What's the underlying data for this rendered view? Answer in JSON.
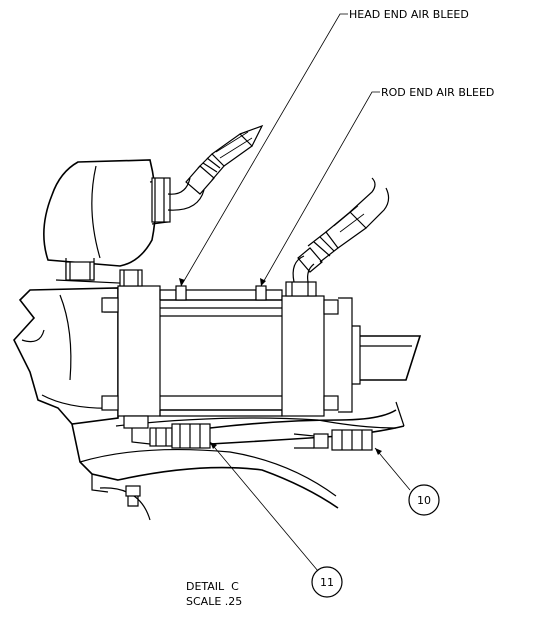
{
  "callouts": {
    "head_end": "HEAD END AIR BLEED",
    "rod_end": "ROD END AIR BLEED"
  },
  "balloons": {
    "item_10": "10",
    "item_11": "11"
  },
  "detail": {
    "title": "DETAIL  C",
    "scale": "SCALE .25"
  }
}
